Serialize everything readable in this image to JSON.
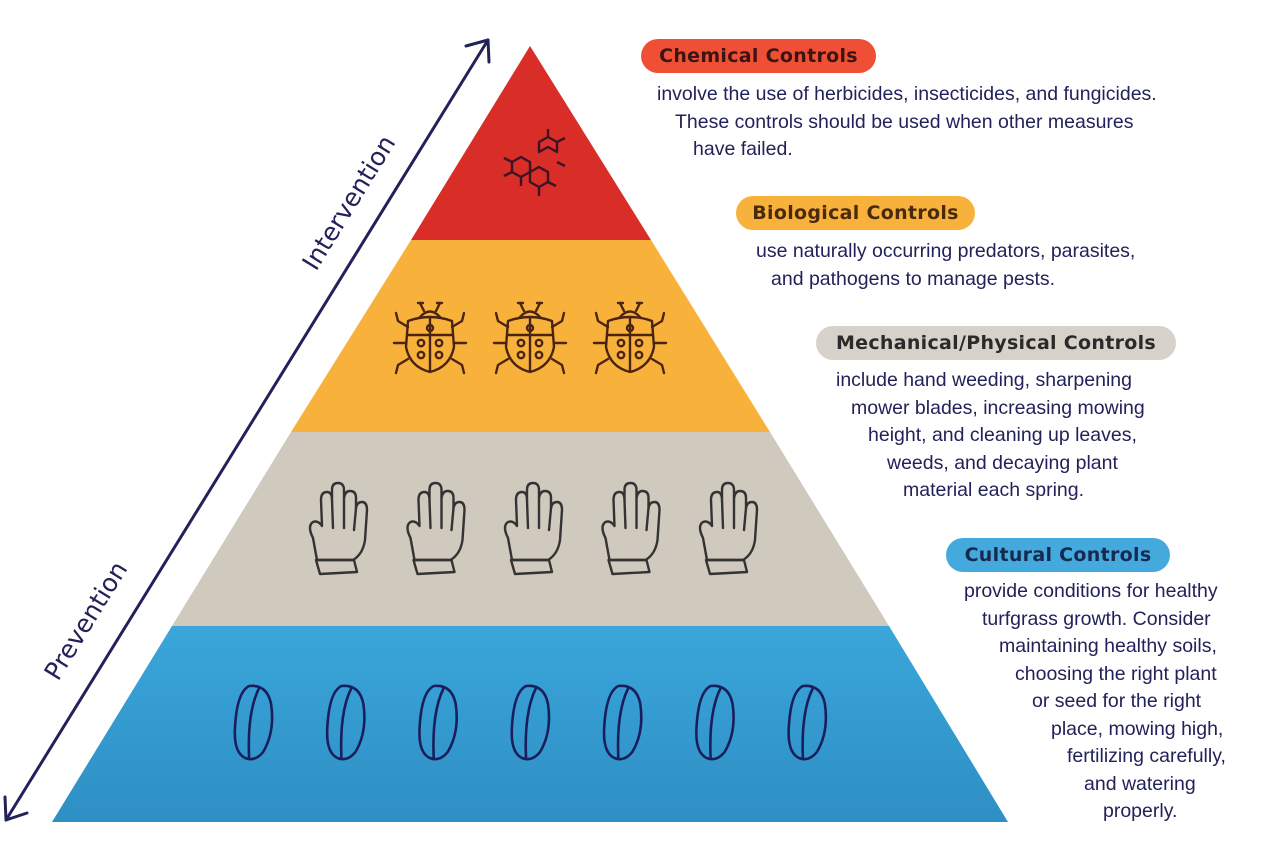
{
  "axis": {
    "top_label": "Intervention",
    "bottom_label": "Prevention"
  },
  "tiers": [
    {
      "key": "chemical",
      "title": "Chemical Controls",
      "color": "#d92d27",
      "pill_color": "#ef5035",
      "pill_text_color": "#3b1414",
      "icon": "molecule-icon",
      "icon_count": 1,
      "lines": [
        "involve the use of herbicides, insecticides, and fungicides.",
        "These controls should be used when other measures",
        "have failed."
      ]
    },
    {
      "key": "biological",
      "title": "Biological Controls",
      "color": "#f8b23c",
      "pill_color": "#f8b23c",
      "pill_text_color": "#4a2a0c",
      "icon": "ladybug-icon",
      "icon_count": 3,
      "lines": [
        "use naturally occurring predators, parasites,",
        "and pathogens to manage pests."
      ]
    },
    {
      "key": "mechanical",
      "title": "Mechanical/Physical Controls",
      "color": "#cfc9be",
      "pill_color": "#d7d2c9",
      "pill_text_color": "#2a2a2a",
      "icon": "glove-icon",
      "icon_count": 5,
      "lines": [
        "include hand weeding, sharpening",
        "mower blades, increasing mowing",
        "height, and cleaning up leaves,",
        "weeds, and decaying plant",
        "material each spring."
      ]
    },
    {
      "key": "cultural",
      "title": "Cultural Controls",
      "color": "#3aa3d6",
      "pill_color": "#44a9dd",
      "pill_text_color": "#17294f",
      "icon": "seed-icon",
      "icon_count": 7,
      "lines": [
        "provide conditions for healthy",
        "turfgrass growth. Consider",
        "maintaining healthy soils,",
        "choosing the right plant",
        "or seed for the right",
        "place, mowing high,",
        "fertilizing carefully,",
        "and watering",
        "properly."
      ]
    }
  ]
}
